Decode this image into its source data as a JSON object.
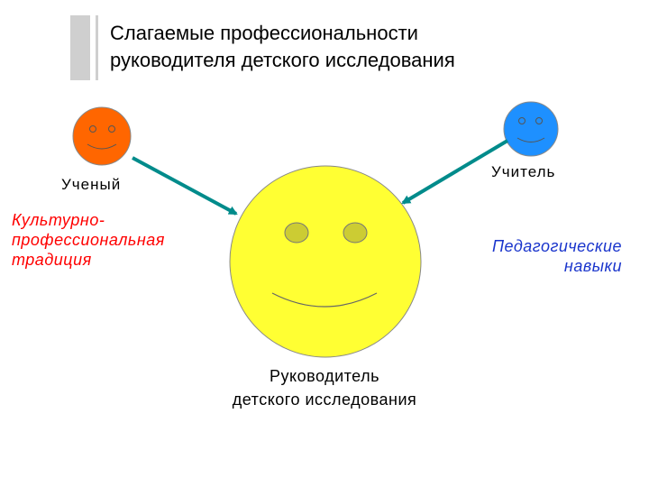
{
  "title": {
    "line1": "Слагаемые профессиональности",
    "line2": "руководителя детского исследования"
  },
  "nodes": {
    "scientist": {
      "label": "Ученый",
      "trait_line1": "Культурно-",
      "trait_line2": "профессиональная",
      "trait_line3": "традиция",
      "face_color": "#ff6600",
      "trait_color": "#ff0000"
    },
    "teacher": {
      "label": "Учитель",
      "trait_line1": "Педагогические",
      "trait_line2": "навыки",
      "face_color": "#1e90ff",
      "trait_color": "#1a35cc"
    },
    "leader": {
      "label_line1": "Руководитель",
      "label_line2": "детского исследования",
      "face_color": "#ffff33"
    }
  },
  "connector_color": "#008b8b"
}
